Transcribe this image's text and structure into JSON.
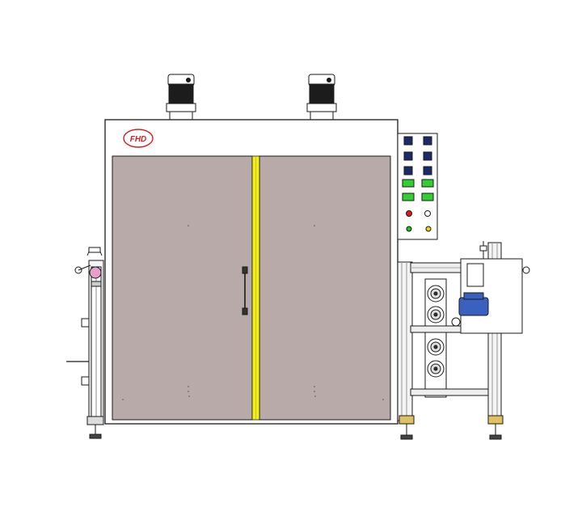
{
  "brand": {
    "logo_text": "FHD"
  },
  "colors": {
    "door_panel": "#b8aaa8",
    "door_seam": "#f2ee1a",
    "cabinet_frame": "#ffffff",
    "outline": "#1a1a1a",
    "motor_body": "#1c1c1c",
    "logo_red": "#d42020",
    "indicator_red": "#e01818",
    "indicator_green": "#20c020",
    "indicator_yellow": "#f0d010",
    "display_blue": "#1a2a6a",
    "display_green": "#30d030",
    "blue_motor": "#3a60c0",
    "warning_pink": "#e8a0c8"
  },
  "control_panel": {
    "digital_controllers": 6,
    "green_meters": 4,
    "indicator_lights": [
      "red",
      "white",
      "green",
      "yellow"
    ]
  },
  "fans": {
    "count": 4
  }
}
